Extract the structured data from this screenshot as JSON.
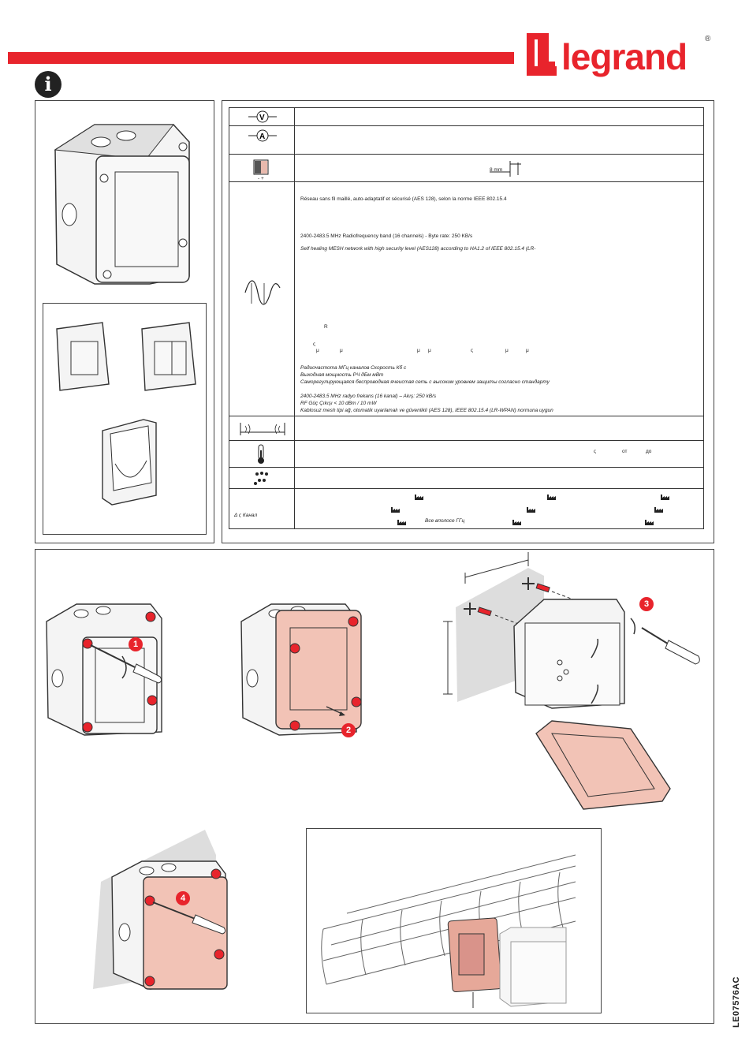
{
  "brand": {
    "name": "legrand",
    "registered": "®"
  },
  "info_icon": "info-icon",
  "spec": {
    "wire_length": "8 mm",
    "polarity": "- +",
    "radio_lines": [
      "Réseau sans fil maillé, auto-adaptatif et sécurisé (AES 128), selon la norme IEEE 802.15.4",
      "2400-2483.5 MHz Radiofrequency band (16 channels) -  Byte rate: 250 KB/s",
      "Self healing MESH network with high security level (AES128) according to HA1.2 of IEEE 802.15.4 (LR-",
      "Радиочастота                        МГц        каналов     Скорость          Кб с",
      "Выходная мощность РЧ          дБм         мВт",
      "Саморегулирующаяся беспроводная ячеистая сеть с высоким уровнем защиты                 согласно стандарту",
      "2400-2483.5 MHz radyo frekans (16 kanal) – Akış: 250 kB/s",
      "RF Güç Çıkışı < 10 dBm / 10 mW",
      "Kablosuz mesh tipi ağ, otomatik uyarlamalı ve güvenlikli (AES 128), IEEE 802.15.4 (LR-WPAN) normuna uygun"
    ],
    "fragments": [
      "R",
      "ς",
      "μ",
      "μ",
      "μ",
      "μ",
      "ς",
      "μ",
      "μ"
    ],
    "temp_fragments": [
      "ς",
      "от",
      "до"
    ],
    "channel_label": "Δ         ς Канал",
    "channel_fragment": "Все вполосе       ГГц"
  },
  "steps": [
    "1",
    "2",
    "3",
    "4"
  ],
  "doc_code": "LE07576AC"
}
